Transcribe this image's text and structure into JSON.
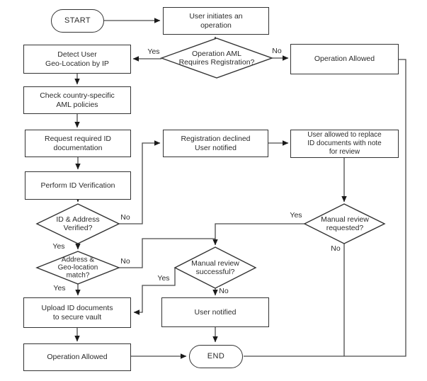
{
  "diagram": {
    "title": "AML operation verification flowchart",
    "nodes": {
      "start": "START",
      "user_initiates": "User initiates an\noperation",
      "op_aml_requires": "Operation AML\nRequires Registration?",
      "operation_allowed_top": "Operation Allowed",
      "detect_geo": "Detect User\nGeo-Location by IP",
      "check_policies": "Check country-specific\nAML policies",
      "request_id": "Request required ID\ndocumentation",
      "perform_verification": "Perform ID Verification",
      "id_addr_verified": "ID & Address\nVerified?",
      "registration_declined": "Registration declined\nUser notified",
      "user_allowed_replace": "User allowed to replace\nID documents with note\nfor review",
      "manual_review_requested": "Manual review\nrequested?",
      "addr_geo_match": "Address &\nGeo-location\nmatch?",
      "manual_review_successful": "Manual review\nsuccessful?",
      "upload_docs": "Upload ID documents\nto secure vault",
      "user_notified": "User notified",
      "operation_allowed_bottom": "Operation Allowed",
      "end": "END"
    },
    "edge_labels": {
      "op_aml_yes": "Yes",
      "op_aml_no": "No",
      "id_addr_no": "No",
      "id_addr_yes": "Yes",
      "addr_geo_no": "No",
      "addr_geo_yes": "Yes",
      "manual_req_yes": "Yes",
      "manual_req_no": "No",
      "manual_succ_yes": "Yes",
      "manual_succ_no": "No"
    },
    "colors": {
      "line": "#4a4a4a",
      "border": "#333333",
      "text": "#2b2b2b",
      "arrow": "#1a1a1a",
      "background": "#ffffff"
    }
  }
}
